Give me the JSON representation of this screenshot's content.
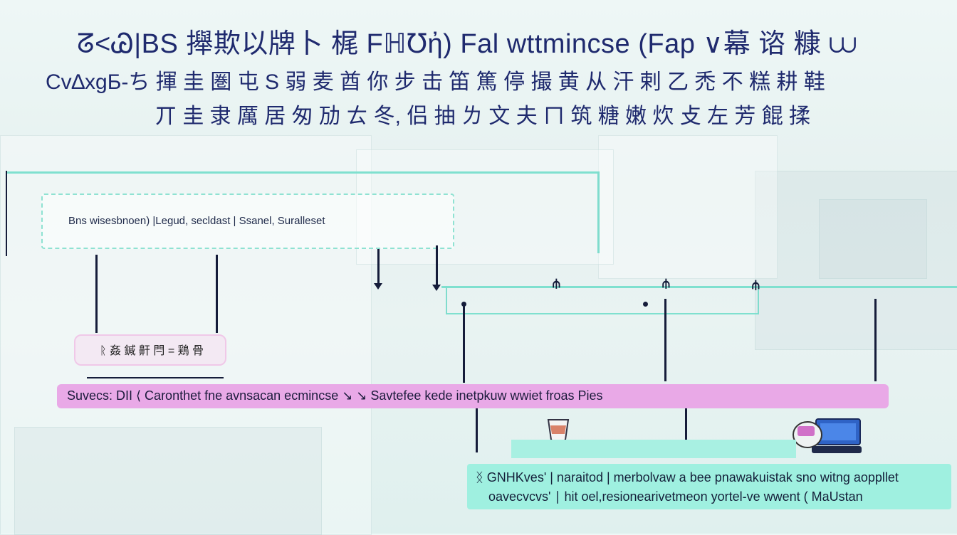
{
  "header": {
    "title_line1": "ᘔ<Ꮚ|BS 攑欺以牌卜 梶 Fℍ℧ἠ) Fal wttmincse (Fap ∨幕 谘 糠 ⩊",
    "title_line2": "Cv∆xgБ-ち 揮 圭 圏 屯  S 弱 麦 酋 你 步 击 笛 篤 停 撮 黄 从 汗 剌 乙 禿 不 糕 耕 鞋",
    "title_line3": "丌 圭 隶 厲 居 匆 劢 ㄊ 冬, 侣 抽 ㄌ 文 夫 ㄇ 筑 糖 嫩 炊 攴 左 芳 餛 揉"
  },
  "legend": {
    "text": "Bns wisesbnoen) |Legud, secldast | Ssanel, Suralleset"
  },
  "stage_label": {
    "text": "ᚱ 姦 鍼 鼾 閂 = 鶏 ⻣"
  },
  "bar": {
    "text": "Suvecs:  DII  ⟨  Caronthet  fne avnsacan  ecmincse  ↘ ↘  Savtefee  kede  inetpkuw  wwiet  froas Pies"
  },
  "bottom": {
    "line1": "ᛝ GNHKves' | naraitod | merbolvaw a bee pnawakuistak sno witng aoppllet",
    "line2": "oavecvcvs' ∣ hit  oel,resionearivetmeon yortel-ve wwent ( MaUstan"
  },
  "icons": {
    "cup": "cup-icon",
    "laptop": "laptop-icon"
  },
  "colors": {
    "accent_teal": "#7fe0cf",
    "accent_pink": "#e9a9e7",
    "text_navy": "#1f2a6e"
  }
}
